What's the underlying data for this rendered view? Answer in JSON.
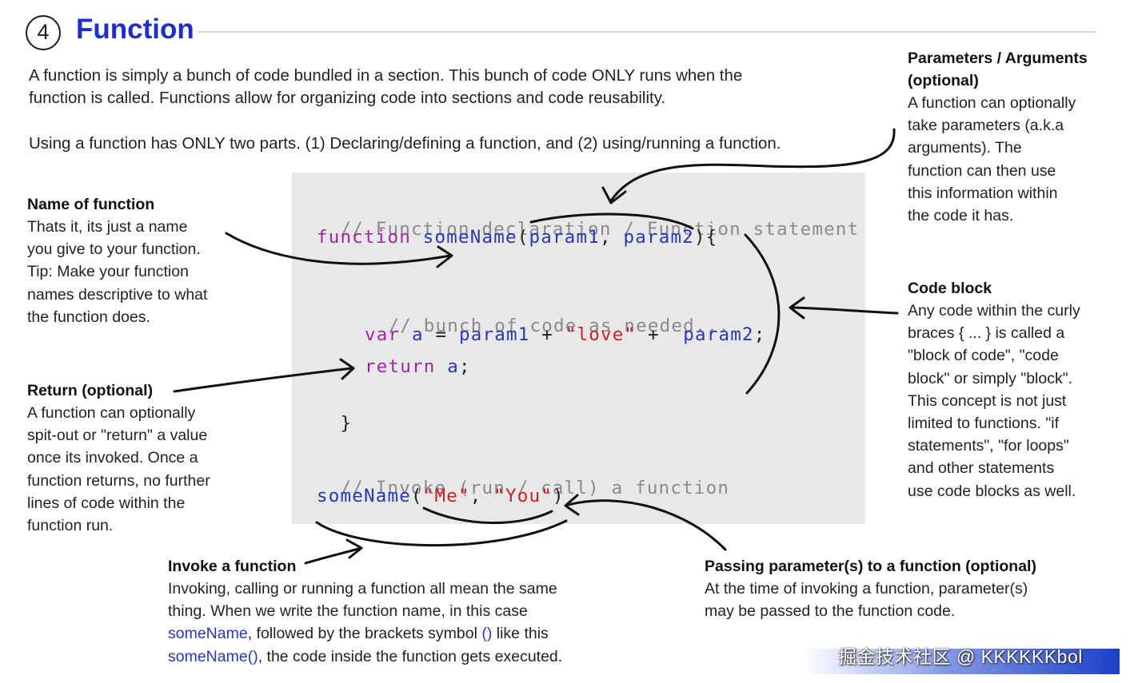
{
  "header": {
    "step_number": "4",
    "title": "Function"
  },
  "intro": {
    "line1": "A function is simply a bunch of code bundled in a section. This bunch of code ONLY runs when the",
    "line2": "function is called. Functions allow for organizing code into sections and code reusability.",
    "line3": "Using a function has ONLY two parts. (1) Declaring/defining a function, and (2) using/running a function."
  },
  "code": {
    "comment_declaration": "// Function declaration / Function statement",
    "kw_function": "function",
    "fn_name": "someName",
    "open_paren": "(",
    "param1": "param1",
    "comma": ", ",
    "param2": "param2",
    "close_brace_open": "){",
    "comment_bunch": "// bunch of code as needed...",
    "kw_var": "var",
    "var_a": "a",
    "equals": " = ",
    "param1_use": "param1",
    "plus1": " + ",
    "str_love": "\"love\"",
    "plus2": " +  ",
    "param2_use": "param2",
    "semicolon": ";",
    "kw_return": "return",
    "return_a": "a",
    "return_semi": ";",
    "close_brace": "}",
    "comment_invoke": "// Invoke (run / call) a function",
    "call_name": "someName",
    "call_open": "(",
    "str_me": "\"Me\"",
    "call_comma": ", ",
    "str_you": "\"You\"",
    "call_close": ")"
  },
  "annotations": {
    "name_of_function": {
      "heading": "Name of function",
      "lines": [
        "Thats it, its just a name",
        "you give to your function.",
        "Tip: Make your function",
        "names descriptive to what",
        "the function does."
      ]
    },
    "return": {
      "heading": "Return (optional)",
      "lines": [
        "A function can optionally",
        "spit-out or \"return\" a value",
        "once its invoked. Once a",
        "function returns, no further",
        "lines of code within the",
        "function run."
      ]
    },
    "parameters": {
      "heading_line1": "Parameters / Arguments",
      "heading_line2": "(optional)",
      "lines": [
        "A function can optionally",
        "take parameters (a.k.a",
        "arguments). The",
        "function can then use",
        "this information within",
        "the code it has."
      ]
    },
    "code_block": {
      "heading": "Code block",
      "lines": [
        "Any code within the curly",
        "braces { ... } is called a",
        "\"block of code\", \"code",
        "block\" or simply \"block\".",
        "This concept is not just",
        "limited to functions. \"if",
        "statements\", \"for loops\"",
        "and other statements",
        "use code blocks as well."
      ]
    },
    "invoke": {
      "heading": "Invoke a function",
      "line1": "Invoking, calling or running a function all mean the same",
      "line2": "thing. When we write the function name, in this case",
      "line3_blue": "someName",
      "line3_rest": ", followed by the brackets symbol ",
      "line3_blue2": "()",
      "line3_end": " like this",
      "line4_blue": "someName()",
      "line4_rest": ", the code inside the function gets executed."
    },
    "passing": {
      "heading": "Passing parameter(s) to a function (optional)",
      "line1": "At the time of invoking a function, parameter(s)",
      "line2": "may be passed to the function code."
    }
  },
  "watermark": "掘金技术社区 @ KKKKKKbol",
  "colors": {
    "title": "#1d2fc9",
    "keyword": "#a323a8",
    "identifier": "#2838b6",
    "string": "#c8202b",
    "comment": "#8a8a8a",
    "code_bg": "#e8e8e8"
  }
}
